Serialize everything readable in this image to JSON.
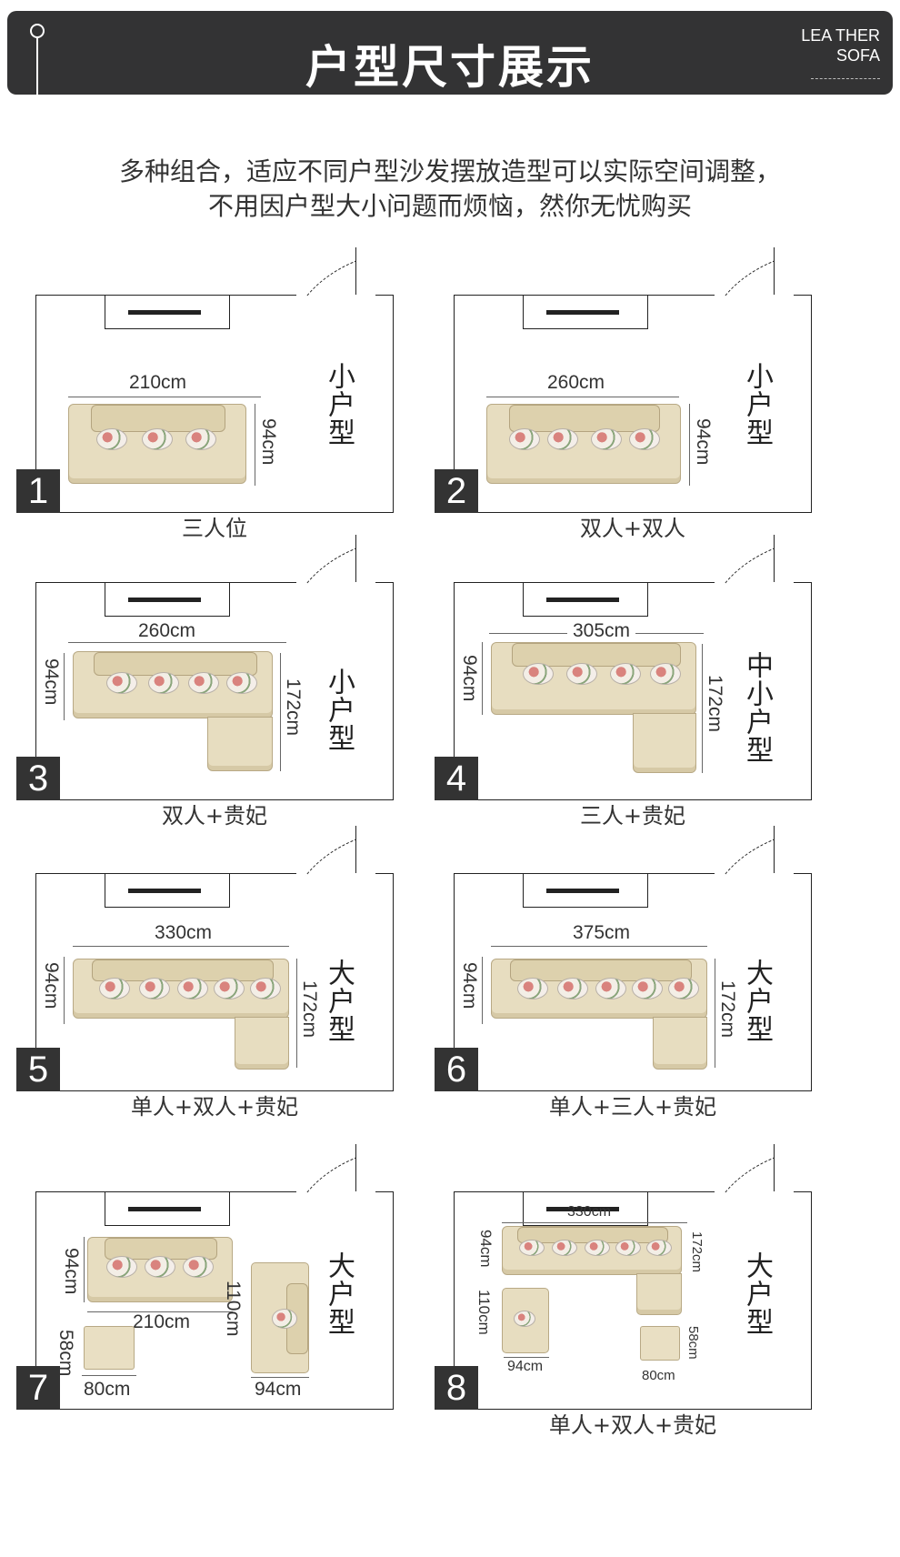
{
  "header": {
    "title": "户型尺寸展示",
    "brand_line1": "LEA THER",
    "brand_line2": "SOFA"
  },
  "subtitle": {
    "line1": "多种组合，适应不同户型沙发摆放造型可以实际空间调整，",
    "line2": "不用因户型大小问题而烦恼，然你无忧购买"
  },
  "layouts": [
    {
      "number": "1",
      "caption": "三人位",
      "room_type": "小户型",
      "width": "210cm",
      "depth": "94cm"
    },
    {
      "number": "2",
      "caption": "双人+双人",
      "room_type": "小户型",
      "width": "260cm",
      "depth": "94cm"
    },
    {
      "number": "3",
      "caption": "双人+贵妃",
      "room_type": "小户型",
      "width": "260cm",
      "depth": "94cm",
      "chaise": "172cm"
    },
    {
      "number": "4",
      "caption": "三人+贵妃",
      "room_type": "中小户型",
      "width": "305cm",
      "depth": "94cm",
      "chaise": "172cm"
    },
    {
      "number": "5",
      "caption": "单人+双人+贵妃",
      "room_type": "大户型",
      "width": "330cm",
      "depth": "94cm",
      "chaise": "172cm"
    },
    {
      "number": "6",
      "caption": "单人+三人+贵妃",
      "room_type": "大户型",
      "width": "375cm",
      "depth": "94cm",
      "chaise": "172cm"
    },
    {
      "number": "7",
      "caption": "",
      "room_type": "大户型",
      "sofa_width": "210cm",
      "sofa_depth": "94cm",
      "ottoman_width": "80cm",
      "ottoman_depth": "58cm",
      "chair_width": "94cm",
      "chair_depth": "110cm"
    },
    {
      "number": "8",
      "caption": "单人+双人+贵妃",
      "room_type": "大户型",
      "width": "330cm",
      "depth": "94cm",
      "chaise": "172cm",
      "chair_depth": "110cm",
      "chair_width": "94cm",
      "ottoman_depth": "58cm",
      "ottoman_width": "80cm"
    }
  ]
}
